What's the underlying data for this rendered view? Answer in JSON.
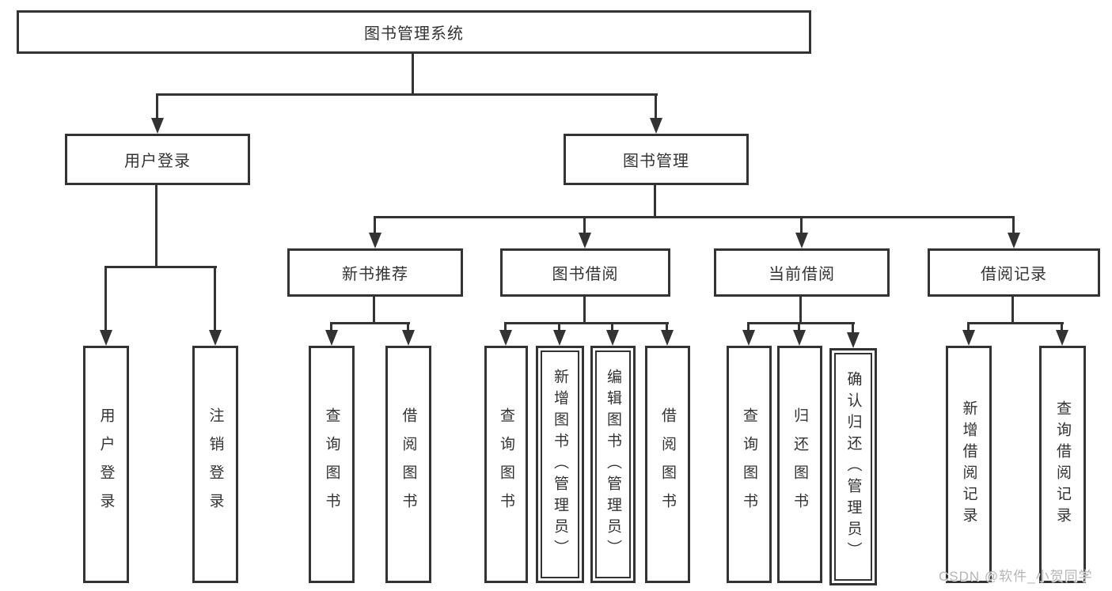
{
  "diagram": {
    "nodes": {
      "root": "图书管理系统",
      "user_login": "用户登录",
      "book_management": "图书管理",
      "new_book_recommend": "新书推荐",
      "book_borrow": "图书借阅",
      "current_borrow": "当前借阅",
      "borrow_records": "借阅记录",
      "leaf_user_login": "用户登录",
      "leaf_logout": "注销登录",
      "leaf_nb_query": "查询图书",
      "leaf_nb_borrow": "借阅图书",
      "leaf_bb_query": "查询图书",
      "leaf_bb_add": "新增图书（管理员）",
      "leaf_bb_edit": "编辑图书（管理员）",
      "leaf_bb_borrow": "借阅图书",
      "leaf_cb_query": "查询图书",
      "leaf_cb_return": "归还图书",
      "leaf_cb_confirm": "确认归还（管理员）",
      "leaf_br_add": "新增借阅记录",
      "leaf_br_query": "查询借阅记录"
    },
    "line_color": "#333333",
    "background": "#ffffff"
  },
  "watermark": {
    "text": "CSDN @软件_小贺同学"
  }
}
